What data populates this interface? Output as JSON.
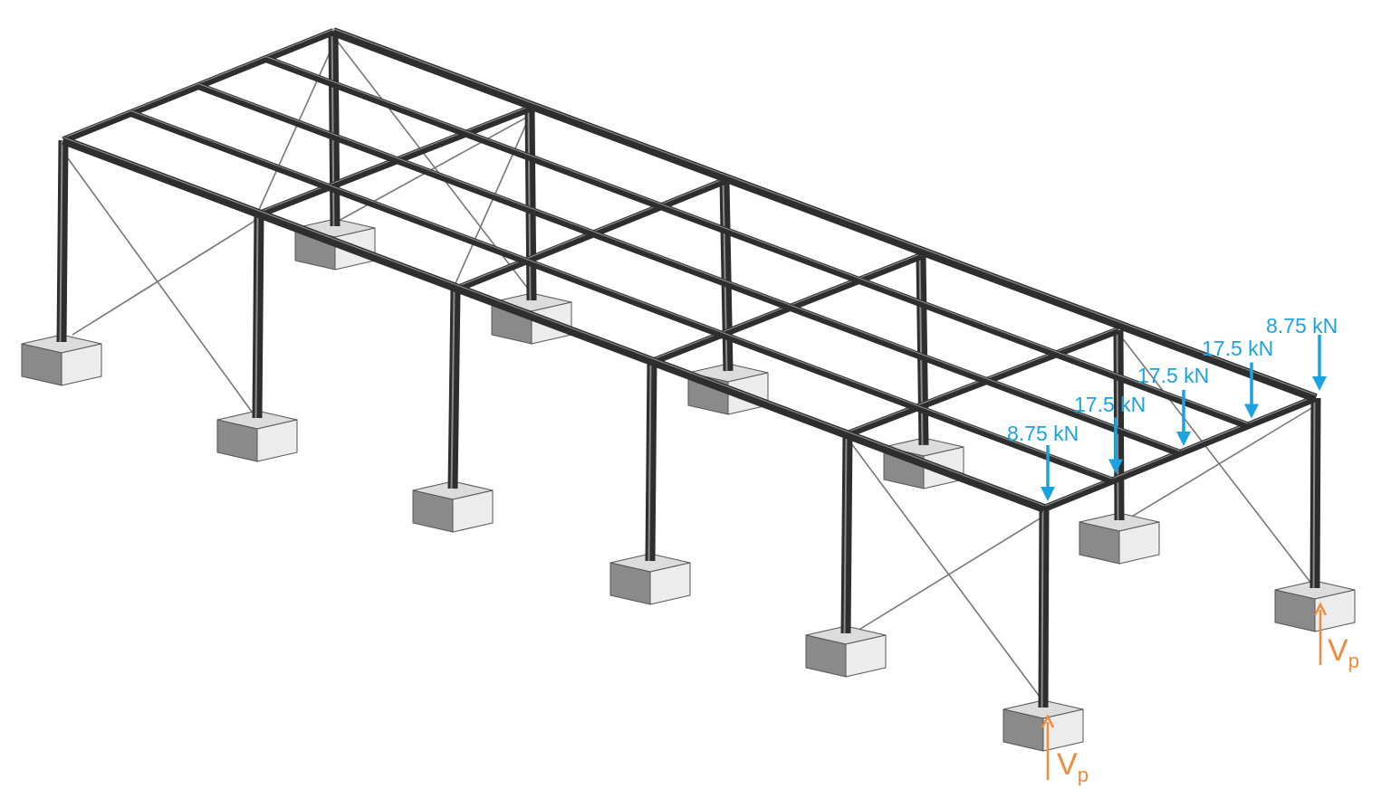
{
  "colors": {
    "load": "#1aa3e0",
    "reaction": "#f08a3c",
    "steel": "#2e2e2e",
    "footing_top": "#dcdcdc",
    "footing_left": "#8a8a8a",
    "footing_right": "#ececec"
  },
  "loads": [
    {
      "label": "8.75 kN"
    },
    {
      "label": "17.5 kN"
    },
    {
      "label": "17.5 kN"
    },
    {
      "label": "17.5 kN"
    },
    {
      "label": "8.75 kN"
    }
  ],
  "reactions": [
    {
      "symbol": "V",
      "subscript": "p"
    },
    {
      "symbol": "V",
      "subscript": "p"
    }
  ]
}
